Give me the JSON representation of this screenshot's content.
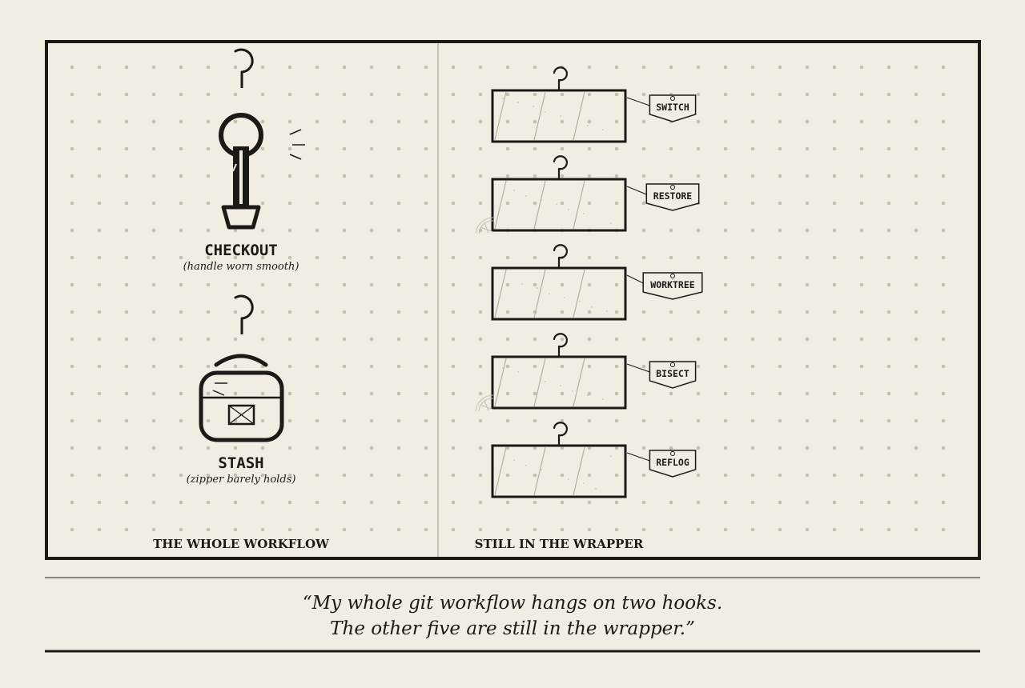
{
  "left_panel": {
    "caption": "THE WHOLE WORKFLOW",
    "tools": [
      {
        "label": "CHECKOUT",
        "note": "(handle worn smooth)"
      },
      {
        "label": "STASH",
        "note": "(zipper barely holds)"
      }
    ]
  },
  "right_panel": {
    "caption": "STILL IN THE WRAPPER",
    "packages": [
      {
        "tag": "SWITCH"
      },
      {
        "tag": "RESTORE"
      },
      {
        "tag": "WORKTREE"
      },
      {
        "tag": "BISECT"
      },
      {
        "tag": "REFLOG"
      }
    ]
  },
  "quote": {
    "line1": "“My whole git workflow hangs on two hooks.",
    "line2": "The other five are still in the wrapper.”"
  },
  "colors": {
    "background": "#f1ede2",
    "ink": "#1b1a17",
    "dots": "#c4c0b0",
    "pencil": "#b8b4a4"
  }
}
